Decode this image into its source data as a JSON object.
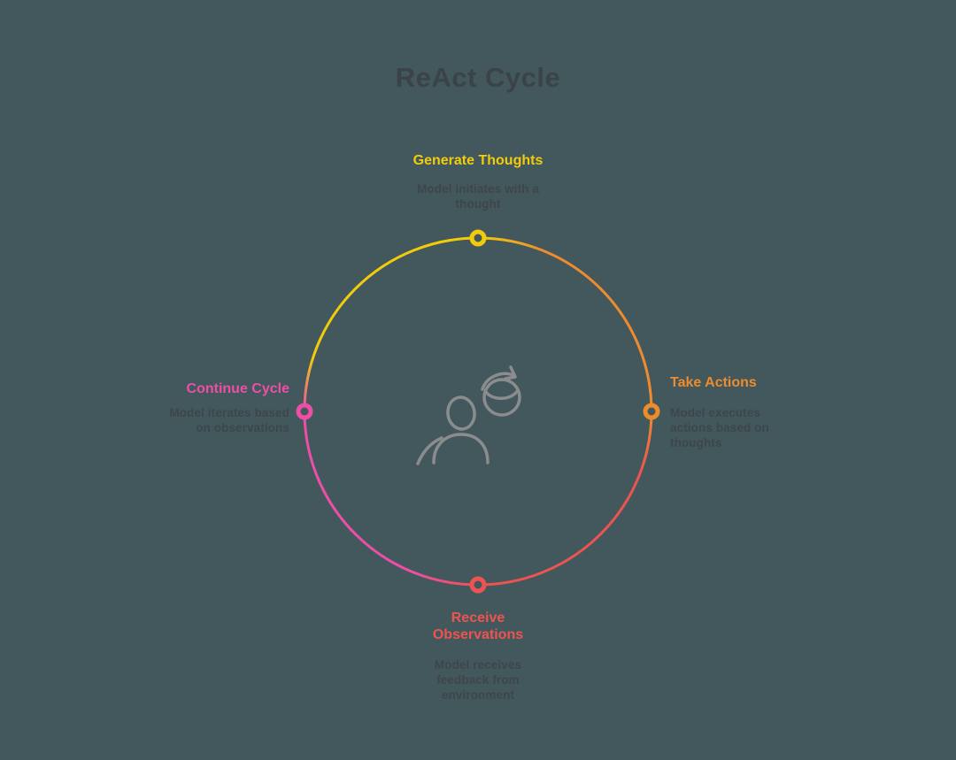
{
  "title": "ReAct Cycle",
  "colors": {
    "background": "#42585C",
    "title_text": "#3B4348",
    "description_text": "#3E464B",
    "node_yellow": "#F2CC0C",
    "node_orange": "#EE8C2D",
    "node_red": "#ED5451",
    "node_pink": "#EC4FA5",
    "center_icon_gray": "#8A8C8E"
  },
  "center_icon": "person-with-cycle-arrow",
  "nodes": [
    {
      "position": "top",
      "label": "Generate Thoughts",
      "description": "Model initiates with a thought",
      "color": "#F2CC0C"
    },
    {
      "position": "right",
      "label": "Take Actions",
      "description": "Model executes actions based on thoughts",
      "color": "#EE8C2D"
    },
    {
      "position": "bottom",
      "label": "Receive Observations",
      "description": "Model receives feedback from environment",
      "color": "#ED5451"
    },
    {
      "position": "left",
      "label": "Continue Cycle",
      "description": "Model iterates based on observations",
      "color": "#EC4FA5"
    }
  ]
}
